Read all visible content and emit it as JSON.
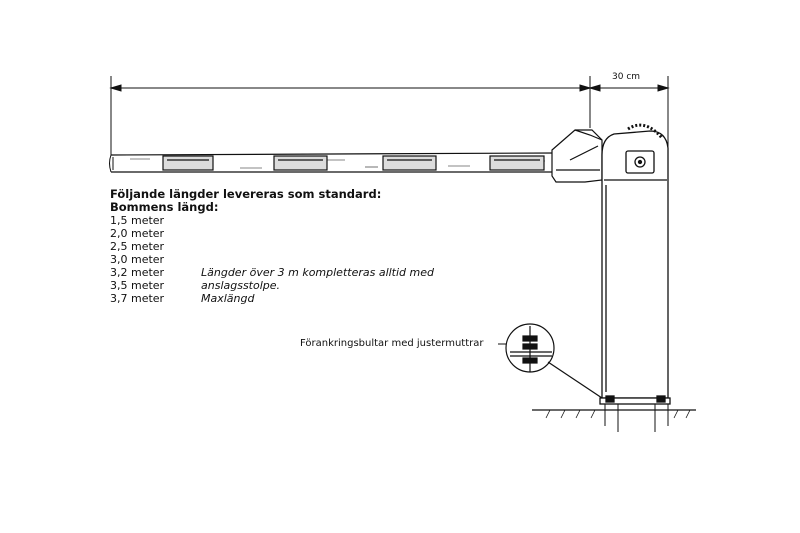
{
  "dimension_label": "30 cm",
  "heading": {
    "line1": "Följande längder levereras som standard:",
    "line2": "Bommens längd:"
  },
  "lengths": [
    {
      "length": "1,5 meter",
      "note": ""
    },
    {
      "length": "2,0 meter",
      "note": ""
    },
    {
      "length": "2,5 meter",
      "note": ""
    },
    {
      "length": "3,0 meter",
      "note": ""
    },
    {
      "length": "3,2 meter",
      "note": "Längder över 3 m kompletteras alltid med"
    },
    {
      "length": "3,5 meter",
      "note": "anslagsstolpe."
    },
    {
      "length": "3,7 meter",
      "note": "Maxlängd"
    }
  ],
  "anchor_label": "Förankringsbultar med justermuttrar",
  "colors": {
    "ink": "#111111",
    "stripe": "#dddddd",
    "background": "#ffffff"
  }
}
